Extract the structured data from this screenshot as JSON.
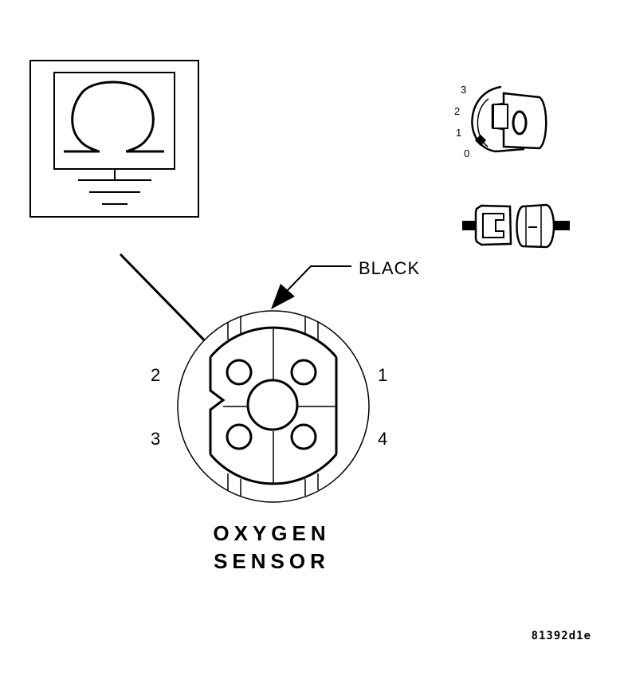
{
  "meter": {
    "symbol": "Ω"
  },
  "ignition_key": {
    "positions": [
      "3",
      "2",
      "1",
      "0"
    ]
  },
  "connector": {
    "callout": "BLACK",
    "pins": {
      "p1": "1",
      "p2": "2",
      "p3": "3",
      "p4": "4"
    }
  },
  "title": {
    "line1": "OXYGEN",
    "line2": "SENSOR"
  },
  "reference_code": "81392d1e"
}
